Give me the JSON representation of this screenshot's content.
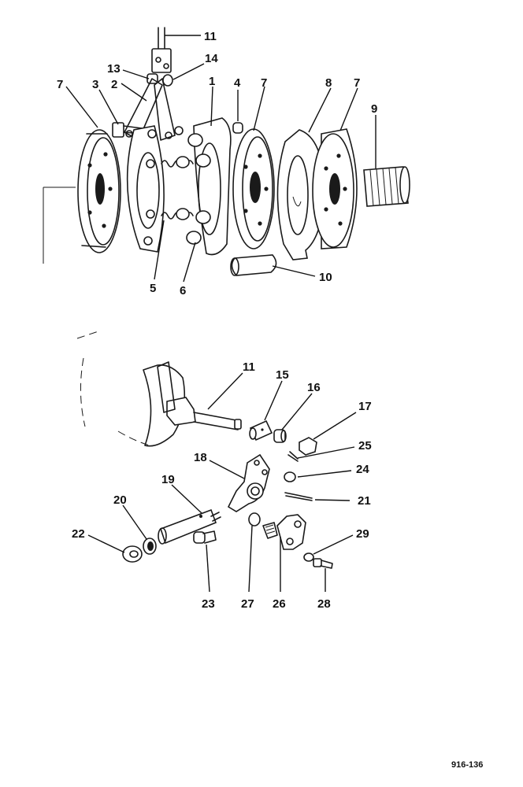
{
  "callouts": {
    "c11a": "11",
    "c13": "13",
    "c14": "14",
    "c2": "2",
    "c1": "1",
    "c4": "4",
    "c7a": "7",
    "c3": "3",
    "c7b": "7",
    "c8": "8",
    "c7c": "7",
    "c9": "9",
    "c10": "10",
    "c5": "5",
    "c6": "6",
    "c11b": "11",
    "c15": "15",
    "c16": "16",
    "c17": "17",
    "c25": "25",
    "c18": "18",
    "c24": "24",
    "c19": "19",
    "c20": "20",
    "c21": "21",
    "c22": "22",
    "c29": "29",
    "c23": "23",
    "c27": "27",
    "c26": "26",
    "c28": "28"
  },
  "figure_code": "916-136"
}
